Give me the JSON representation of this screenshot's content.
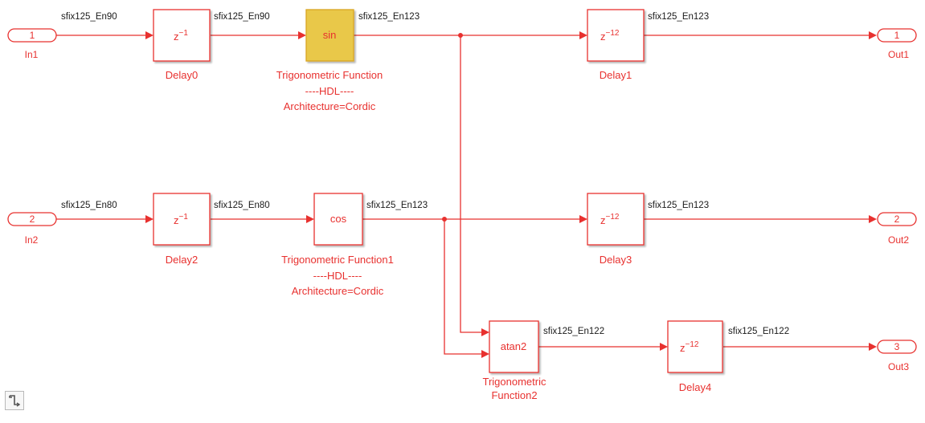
{
  "inports": [
    {
      "num": "1",
      "name": "In1"
    },
    {
      "num": "2",
      "name": "In2"
    }
  ],
  "outports": [
    {
      "num": "1",
      "name": "Out1"
    },
    {
      "num": "2",
      "name": "Out2"
    },
    {
      "num": "3",
      "name": "Out3"
    }
  ],
  "blocks": {
    "delay0": {
      "name": "Delay0",
      "base": "z",
      "exp": "−1"
    },
    "delay2": {
      "name": "Delay2",
      "base": "z",
      "exp": "−1"
    },
    "delay1": {
      "name": "Delay1",
      "base": "z",
      "exp": "−12"
    },
    "delay3": {
      "name": "Delay3",
      "base": "z",
      "exp": "−12"
    },
    "delay4": {
      "name": "Delay4",
      "base": "z",
      "exp": "−12"
    },
    "trig0": {
      "name": "Trigonometric Function",
      "func": "sin",
      "note1": "----HDL----",
      "note2": "Architecture=Cordic"
    },
    "trig1": {
      "name": "Trigonometric Function1",
      "func": "cos",
      "note1": "----HDL----",
      "note2": "Architecture=Cordic"
    },
    "trig2": {
      "name1": "Trigonometric",
      "name2": "Function2",
      "func": "atan2"
    }
  },
  "signals": {
    "s_in1": "sfix125_En90",
    "s_d0": "sfix125_En90",
    "s_sin": "sfix125_En123",
    "s_d1": "sfix125_En123",
    "s_in2": "sfix125_En80",
    "s_d2": "sfix125_En80",
    "s_cos": "sfix125_En123",
    "s_d3": "sfix125_En123",
    "s_atan": "sfix125_En122",
    "s_d4": "sfix125_En122"
  },
  "colors": {
    "wire": "#e8312f",
    "highlight_fill": "#e9c84a",
    "highlight_border": "#d9a520"
  },
  "icons": {
    "corner": "diagram-navigation-icon"
  }
}
